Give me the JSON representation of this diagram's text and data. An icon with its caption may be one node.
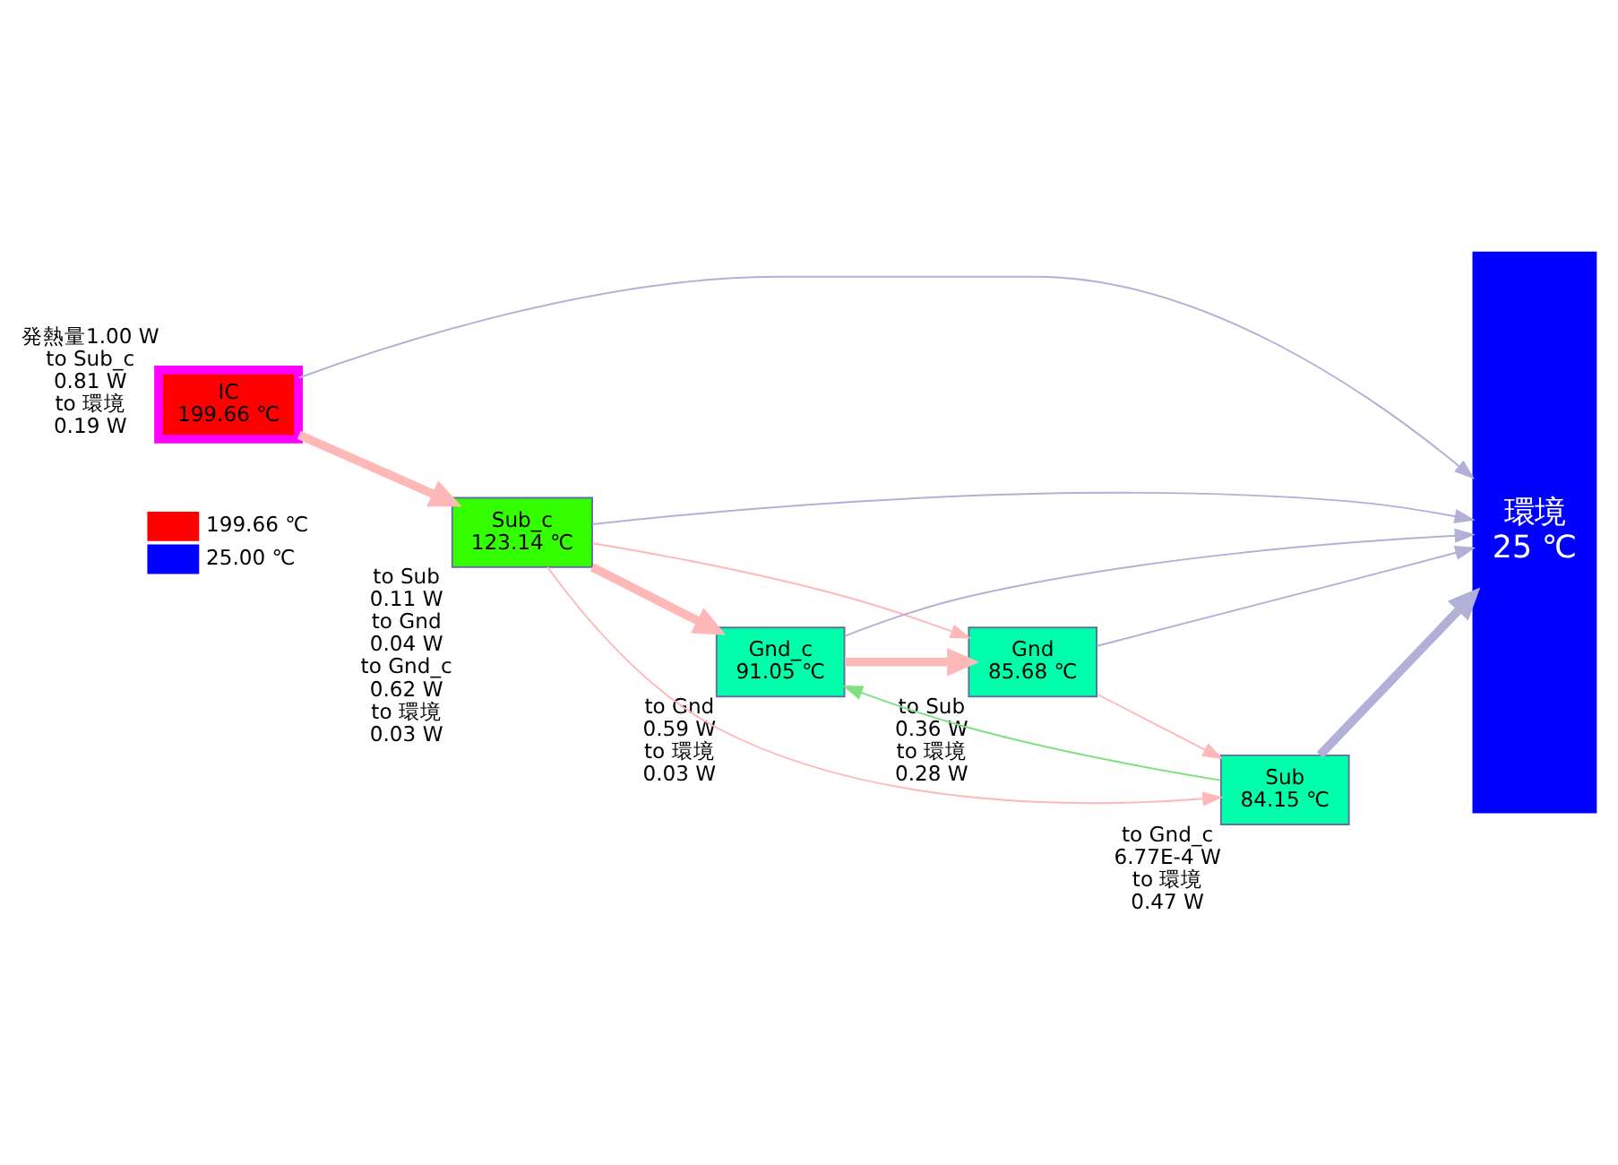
{
  "diagram": {
    "nodes": [
      {
        "text": [
          "IC",
          "199.66 ℃"
        ],
        "beside": [
          "発熱量1.00 W",
          "to Sub_c",
          "0.81 W",
          "to 環境",
          "0.19 W"
        ]
      },
      {
        "text": [
          "Sub_c",
          "123.14 ℃"
        ],
        "beside": [
          "to Sub",
          "0.11 W",
          "to Gnd",
          "0.04 W",
          "to Gnd_c",
          "0.62 W",
          "to 環境",
          "0.03 W"
        ]
      },
      {
        "text": [
          "Gnd_c",
          "91.05 ℃"
        ],
        "beside": [
          "to Gnd",
          "0.59 W",
          "to 環境",
          "0.03 W"
        ]
      },
      {
        "text": [
          "Gnd",
          "85.68 ℃"
        ],
        "beside": [
          "to Sub",
          "0.36 W",
          "to 環境",
          "0.28 W"
        ]
      },
      {
        "text": [
          "Sub",
          "84.15 ℃"
        ],
        "beside": [
          "to Gnd_c",
          "6.77E-4 W",
          "to 環境",
          "0.47 W"
        ]
      },
      {
        "text": [
          "環境",
          "25 ℃"
        ]
      }
    ],
    "edges": [
      {
        "from": 0,
        "to": 5,
        "arrow": "to",
        "color": "#b0b0d8"
      },
      {
        "from": 0,
        "to": 1,
        "arrow": "to",
        "style": "thick"
      },
      {
        "from": 1,
        "to": 5,
        "arrow": "to",
        "color": "#b0b0d8"
      },
      {
        "from": 1,
        "to": 2,
        "arrow": "to",
        "style": "thick"
      },
      {
        "from": 1,
        "to": 4,
        "arrow": "to"
      },
      {
        "from": 1,
        "to": 3,
        "arrow": "to"
      },
      {
        "from": 2,
        "to": 5,
        "arrow": "to",
        "color": "#b0b0d8"
      },
      {
        "from": 2,
        "to": 3,
        "arrow": "to",
        "style": "thick"
      },
      {
        "from": 3,
        "to": 5,
        "arrow": "to",
        "color": "#b0b0d8"
      },
      {
        "from": 3,
        "to": 4,
        "arrow": "to"
      },
      {
        "from": 4,
        "to": 2,
        "arrow": "to",
        "color": "#80e080"
      },
      {
        "from": 4,
        "to": 5,
        "arrow": "to",
        "style": "thick",
        "color": "#b0b0d8"
      }
    ],
    "legend": [
      {
        "text": "199.66 ℃",
        "color": "#ff0000"
      },
      {
        "text": "25.00 ℃",
        "color": "#0000ff"
      }
    ]
  }
}
